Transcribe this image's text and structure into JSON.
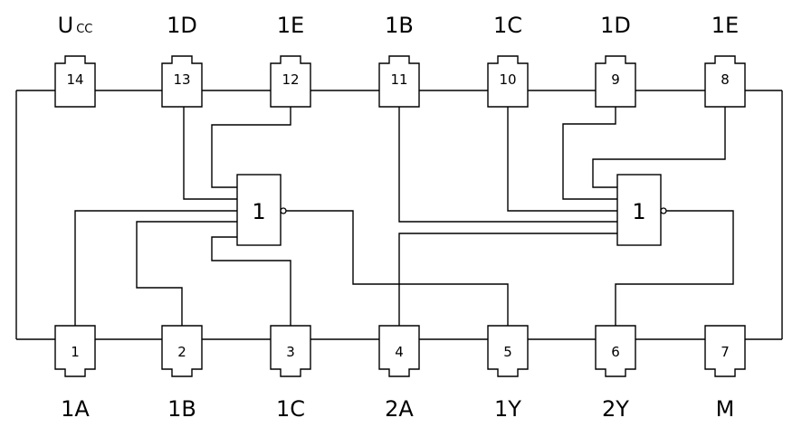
{
  "top_pins": [
    {
      "number": "14",
      "label": "U",
      "subscript": "CC"
    },
    {
      "number": "13",
      "label": "1D",
      "subscript": ""
    },
    {
      "number": "12",
      "label": "1E",
      "subscript": ""
    },
    {
      "number": "11",
      "label": "1B",
      "subscript": ""
    },
    {
      "number": "10",
      "label": "1C",
      "subscript": ""
    },
    {
      "number": "9",
      "label": "1D",
      "subscript": ""
    },
    {
      "number": "8",
      "label": "1E",
      "subscript": ""
    }
  ],
  "bottom_pins": [
    {
      "number": "1",
      "label": "1A"
    },
    {
      "number": "2",
      "label": "1B"
    },
    {
      "number": "3",
      "label": "1C"
    },
    {
      "number": "4",
      "label": "2A"
    },
    {
      "number": "5",
      "label": "1Y"
    },
    {
      "number": "6",
      "label": "2Y"
    },
    {
      "number": "7",
      "label": "M"
    }
  ],
  "gates": [
    {
      "symbol": "1"
    },
    {
      "symbol": "1"
    }
  ]
}
